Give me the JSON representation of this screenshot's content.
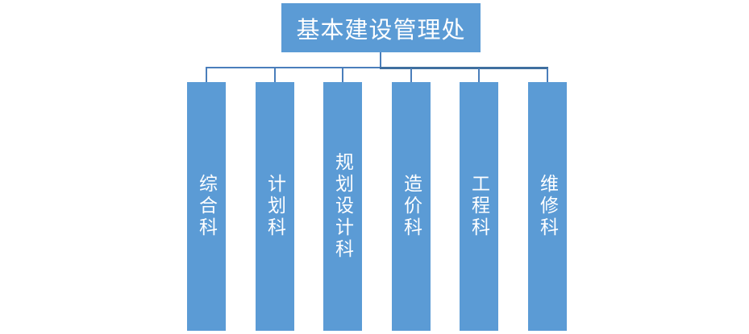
{
  "org_chart": {
    "root": {
      "label": "基本建设管理处"
    },
    "departments": [
      {
        "label": "综合科"
      },
      {
        "label": "计划科"
      },
      {
        "label": "规划设计科"
      },
      {
        "label": "造价科"
      },
      {
        "label": "工程科"
      },
      {
        "label": "维修科"
      }
    ]
  },
  "colors": {
    "background": "#ffffff",
    "node_fill": "#5b9bd5",
    "node_text": "#ffffff",
    "connector": "#4a7ebb",
    "connector_dark": "#3f6f9f"
  }
}
